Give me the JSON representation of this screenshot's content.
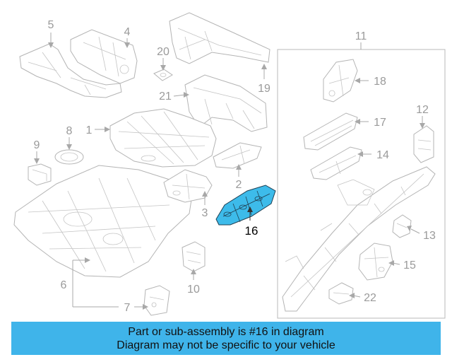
{
  "callouts": [
    "1",
    "2",
    "3",
    "4",
    "5",
    "6",
    "7",
    "8",
    "9",
    "10",
    "11",
    "12",
    "13",
    "14",
    "15",
    "16",
    "17",
    "18",
    "19",
    "20",
    "21",
    "22"
  ],
  "highlighted_part": "16",
  "banner": {
    "line1": "Part or sub-assembly is #16 in diagram",
    "line2": "Diagram may not be specific to your vehicle"
  },
  "colors": {
    "banner_bg": "#3fb4ea",
    "highlight_fill": "#3dbbea",
    "outline": "#b4b4b4",
    "callout_text": "#9a9a9a"
  }
}
